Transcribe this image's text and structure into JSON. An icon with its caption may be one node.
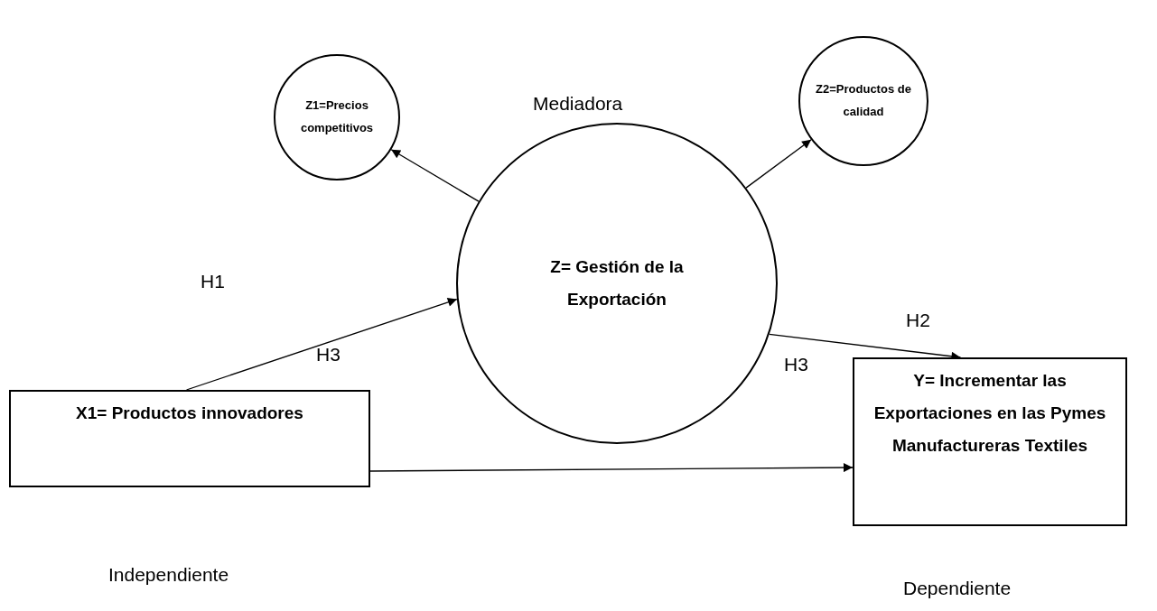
{
  "diagram": {
    "nodes": [
      {
        "text": [
          "Z1=Precios competitivos"
        ]
      },
      {
        "text": [
          "Z2=Productos de calidad"
        ]
      },
      {
        "text": [
          "Z= Gestión de la Exportación"
        ],
        "beside": [
          "Mediadora"
        ]
      },
      {
        "text": [
          "X1= Productos innovadores"
        ]
      },
      {
        "text": [
          "Y= Incrementar las Exportaciones en las Pymes Manufactureras Textiles"
        ]
      }
    ],
    "edges": [
      {
        "from": 2,
        "to": 0,
        "arrow": "to"
      },
      {
        "from": 2,
        "to": 1,
        "arrow": "to"
      },
      {
        "from": 3,
        "to": 2,
        "arrow": "to"
      },
      {
        "from": 2,
        "to": 4,
        "arrow": "to"
      },
      {
        "from": 3,
        "to": 4,
        "arrow": "to"
      }
    ],
    "labels": [
      "H1",
      "H2",
      "H3",
      "H3",
      "Independiente",
      "Dependiente"
    ]
  }
}
